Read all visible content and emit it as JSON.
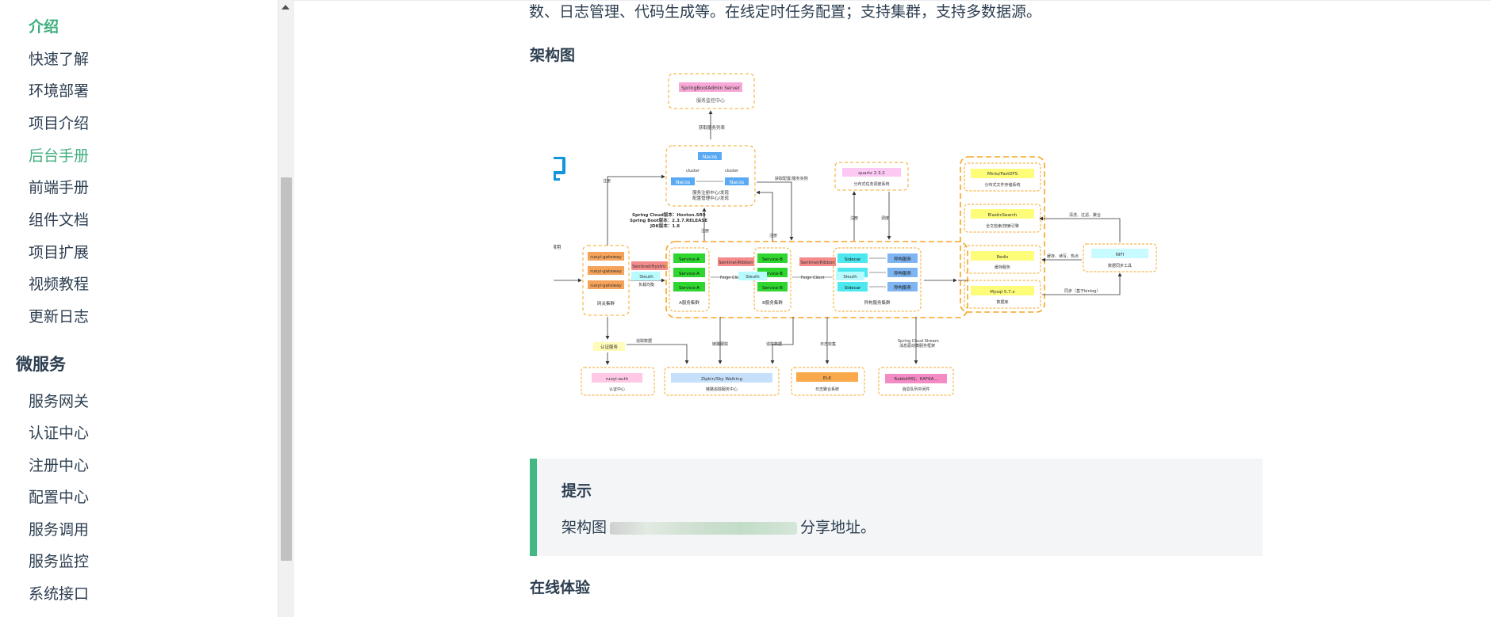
{
  "sidebar": {
    "items_top": [
      {
        "label": "介绍",
        "state": "active-bold"
      },
      {
        "label": "快速了解"
      },
      {
        "label": "环境部署"
      },
      {
        "label": "项目介绍"
      },
      {
        "label": "后台手册",
        "state": "active"
      },
      {
        "label": "前端手册"
      },
      {
        "label": "组件文档"
      },
      {
        "label": "项目扩展"
      },
      {
        "label": "视频教程"
      },
      {
        "label": "更新日志"
      }
    ],
    "group_title": "微服务",
    "items_group": [
      {
        "label": "服务网关"
      },
      {
        "label": "认证中心"
      },
      {
        "label": "注册中心"
      },
      {
        "label": "配置中心"
      },
      {
        "label": "服务调用"
      },
      {
        "label": "服务监控"
      },
      {
        "label": "系统接口"
      }
    ]
  },
  "content": {
    "intro_tail": "数、日志管理、代码生成等。在线定时任务配置；支持集群，支持多数据源。",
    "architecture_heading": "架构图",
    "tip_title": "提示",
    "tip_text_prefix": "架构图",
    "tip_text_suffix": "分享地址。",
    "online_heading": "在线体验"
  },
  "diagram": {
    "admin_server": "SpringBootAdmin Server",
    "admin_caption": "服务监控中心",
    "register_label": "获取服务列表",
    "nacos": "Nacos",
    "cluster": "cluster",
    "nacos_caption_1": "服务注册中心/发现",
    "nacos_caption_2": "配置管理中心/发现",
    "versions_1": "Spring Cloud版本：Hoxton.SR9",
    "versions_2": "Spring Boot版本：2.3.7.RELEASE",
    "versions_3": "JDK版本：1.8",
    "gateway": "ruoyi-gateway",
    "gateway_caption": "网关集群",
    "sentinel_hystrix": "Sentinel/Hystrix",
    "sentinel_ribbon": "Sentinel/Ribbon",
    "service_a": "Service-A",
    "service_b": "Service-B",
    "sidecar": "Sidecar",
    "other_service": "异构服务",
    "cluster_a": "A服务集群",
    "cluster_b": "B服务集群",
    "cluster_other": "异构服务集群",
    "feign_client": "Feign Client",
    "quartz": "quartz 2.3.2",
    "quartz_caption": "分布式任务调度系统",
    "minio": "Minio/FastDFS",
    "minio_caption": "分布式文件存储系统",
    "es": "ElasticSearch",
    "es_caption": "全文检索/搜索引擎",
    "redis": "Redis",
    "redis_caption": "缓存服务",
    "mysql": "Mysql 5.7.x",
    "mysql_caption": "数据库",
    "nifi": "NIFI",
    "nifi_caption": "数据同步工具",
    "sleuth": "Sleuth",
    "auth_service": "认证服务",
    "ruoyi_auth": "ruoyi-auth",
    "auth_caption": "认证中心",
    "zipkin": "Zipkin/Sky Walking",
    "zipkin_caption": "链路追踪服务中心",
    "elk": "ELK",
    "elk_caption": "日志聚合系统",
    "mq": "RabbitMQ、KAFKA...",
    "mq_caption": "消息队列中间件",
    "stream_1": "Spring Cloud Stream",
    "stream_2": "消息驱动微服务框架",
    "api_call": "API调用",
    "lb": "负载均衡",
    "reg": "注册",
    "register_discover": "服务注册/发现",
    "config_fetch": "获取配置/服务实例",
    "log_collect": "日志收集",
    "chain_track": "链路跟踪",
    "trace_data": "追踪数据",
    "schedule": "调度",
    "sync_data": "同步（基于binlog）",
    "clean": "清洗、过滤、聚合",
    "cache_write": "缓存、读写、热点"
  },
  "colors": {
    "accent": "#3eaf7c",
    "tip_border": "#42b983",
    "orange_dash": "#f5a623",
    "monitor": "#1296db"
  }
}
